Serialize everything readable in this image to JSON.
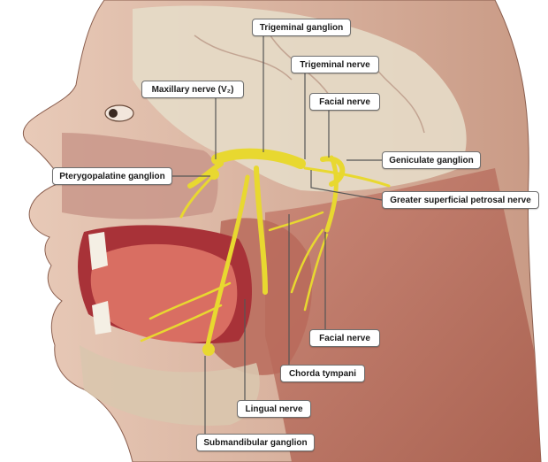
{
  "labels": {
    "trigeminal_ganglion": "Trigeminal ganglion",
    "trigeminal_nerve": "Trigeminal nerve",
    "maxillary_nerve": "Maxillary nerve (V₂)",
    "facial_nerve_upper": "Facial nerve",
    "geniculate_ganglion": "Geniculate ganglion",
    "pterygopalatine_ganglion": "Pterygopalatine ganglion",
    "greater_superficial_petrosal_nerve": "Greater superficial petrosal nerve",
    "facial_nerve_lower": "Facial nerve",
    "chorda_tympani": "Chorda tympani",
    "lingual_nerve": "Lingual nerve",
    "submandibular_ganglion": "Submandibular ganglion"
  },
  "colors": {
    "nerve": "#e8d830",
    "skin": "#d9b7a3",
    "muscle": "#c27e6e",
    "skull": "#e6dcc8",
    "oral_cavity": "#a83238",
    "tongue": "#d96e62"
  }
}
